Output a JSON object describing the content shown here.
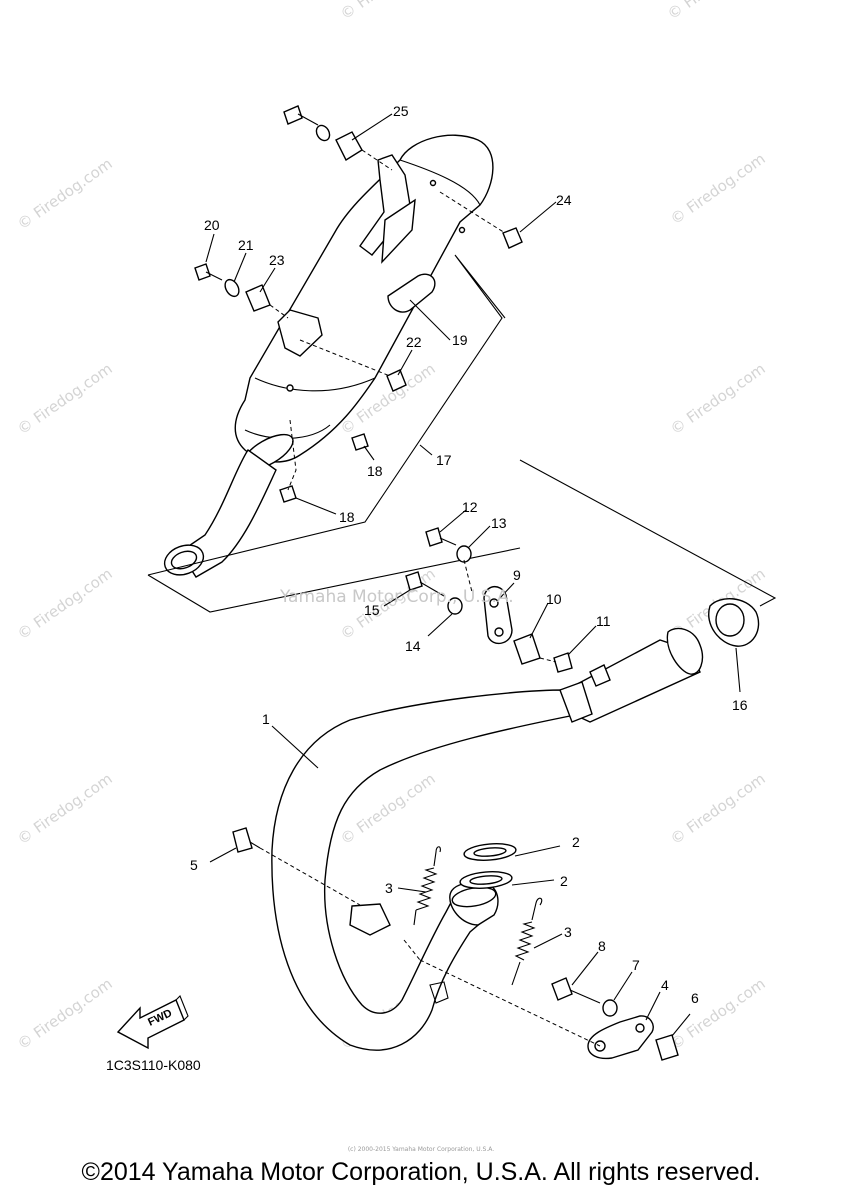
{
  "watermark": "© Firedog.com",
  "center_watermark": "Yamaha Motor Corp., U.S.A.",
  "diagram_code": "1C3S110-K080",
  "fwd_label": "FWD",
  "footer": "©2014 Yamaha Motor Corporation, U.S.A. All rights reserved.",
  "tiny_credit": "(c) 2000-2015 Yamaha Motor Corporation, U.S.A.",
  "callouts": {
    "c1": "1",
    "c2a": "2",
    "c2b": "2",
    "c3a": "3",
    "c3b": "3",
    "c4": "4",
    "c5": "5",
    "c6": "6",
    "c7": "7",
    "c8": "8",
    "c9": "9",
    "c10": "10",
    "c11": "11",
    "c12": "12",
    "c13": "13",
    "c14": "14",
    "c15": "15",
    "c16": "16",
    "c17": "17",
    "c18a": "18",
    "c18b": "18",
    "c19": "19",
    "c20": "20",
    "c21": "21",
    "c22": "22",
    "c23": "23",
    "c24": "24",
    "c25": "25"
  }
}
